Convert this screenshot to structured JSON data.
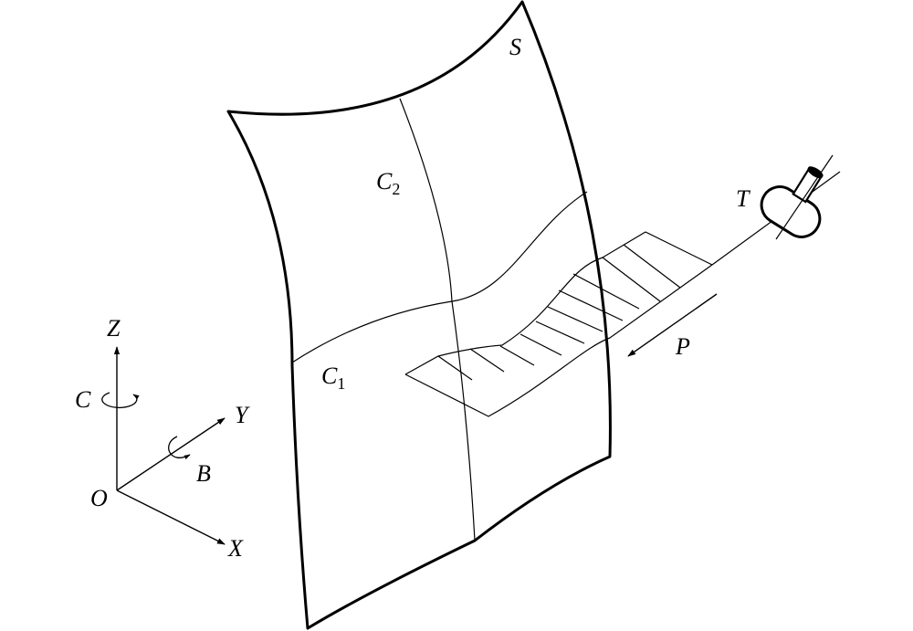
{
  "labels": {
    "surface": "S",
    "curve1_main": "C",
    "curve1_sub": "1",
    "curve2_main": "C",
    "curve2_sub": "2",
    "tool": "T",
    "path": "P",
    "axis_z": "Z",
    "axis_y": "Y",
    "axis_x": "X",
    "origin": "O",
    "rot_c": "C",
    "rot_b": "B"
  },
  "colors": {
    "stroke": "#000000",
    "background": "#ffffff"
  }
}
